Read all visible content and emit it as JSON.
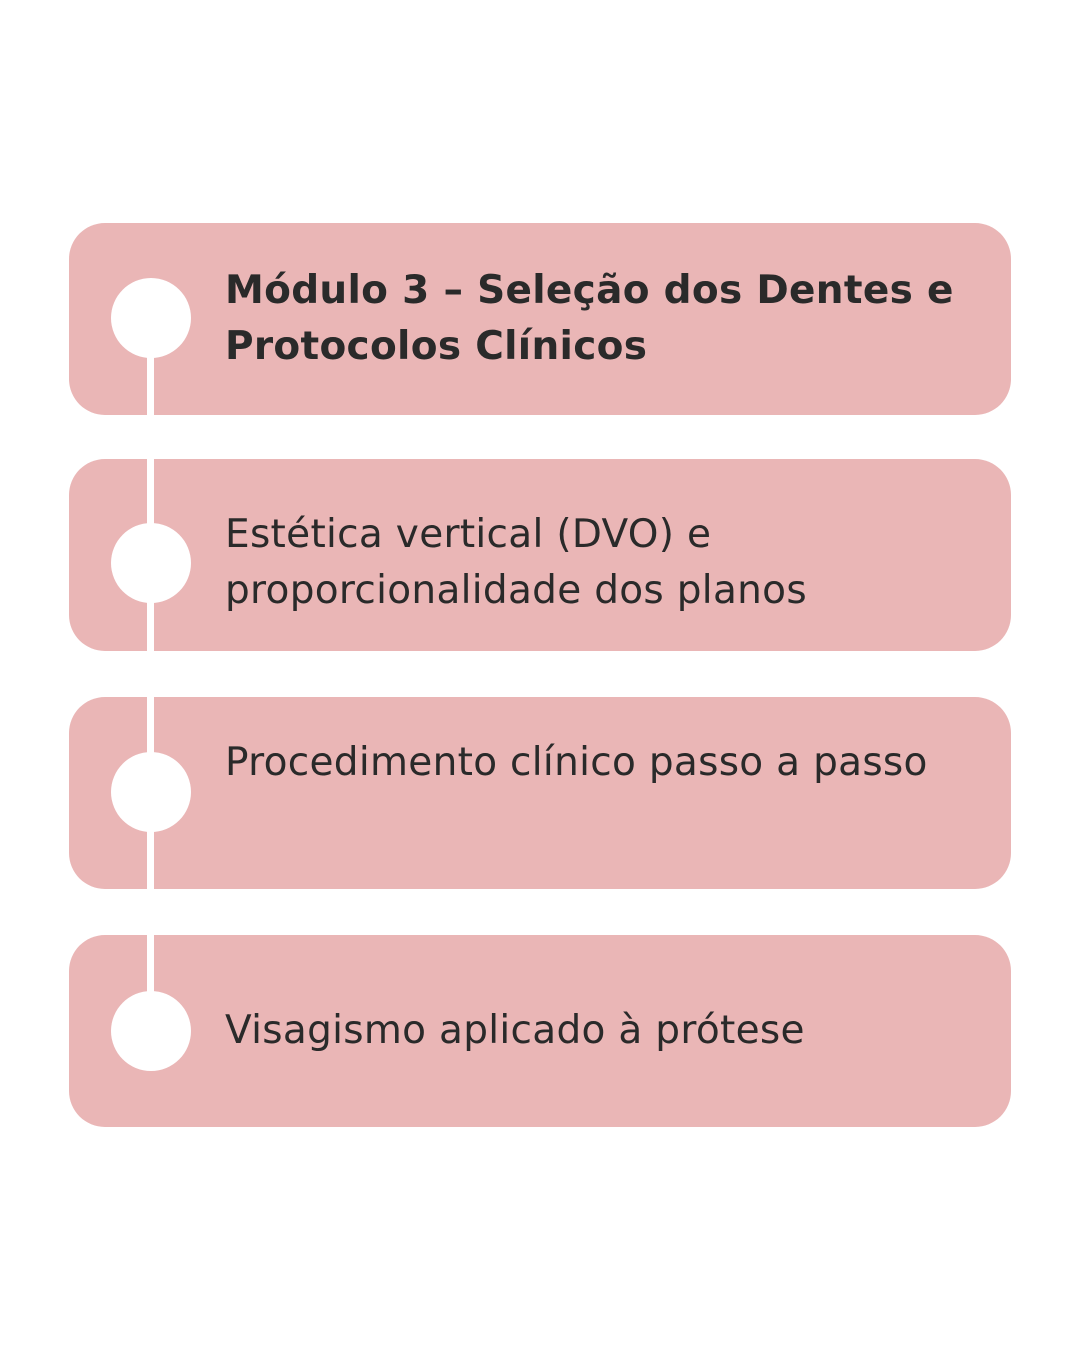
{
  "items": [
    {
      "label": "Módulo 3 – Seleção dos Dentes e Protocolos Clínicos"
    },
    {
      "label": "Estética vertical (DVO) e proporcionalidade dos planos"
    },
    {
      "label": "Procedimento clínico passo a passo"
    },
    {
      "label": "Visagismo aplicado à prótese"
    }
  ],
  "colors": {
    "card": "#eab6b6",
    "text": "#2a2a2a",
    "connector": "#ffffff"
  }
}
